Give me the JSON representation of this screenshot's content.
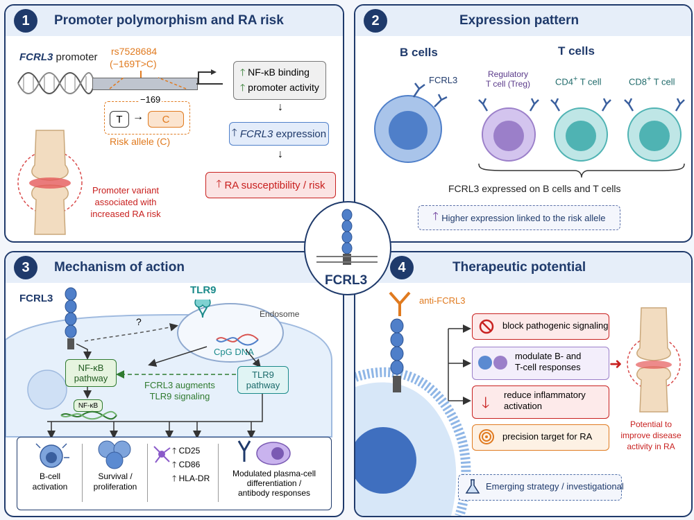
{
  "panel1": {
    "number": "1",
    "title": "Promoter polymorphism and RA risk",
    "gene_label": "FCRL3",
    "promoter_word": "promoter",
    "snp_id": "rs7528684",
    "snp_change": "(−169T>C)",
    "position_label": "−169",
    "ref_allele": "T",
    "alt_allele": "C",
    "risk_allele_label": "Risk allele (C)",
    "effect1": "NF-κB binding",
    "effect2": "promoter activity",
    "expression_gene": "FCRL3",
    "expression_word": "expression",
    "risk_text": "RA susceptibility / risk",
    "joint_caption": [
      "Promoter variant",
      "associated with",
      "increased RA risk"
    ]
  },
  "panel2": {
    "number": "2",
    "title": "Expression pattern",
    "b_header": "B cells",
    "t_header": "T cells",
    "fcrl3_label": "FCRL3",
    "treg_label": [
      "Regulatory",
      "T cell (Treg)"
    ],
    "cd4_label": "CD4",
    "cd8_label": "CD8",
    "plus": "+",
    "tcell_suffix": "T cell",
    "expressed_text": "FCRL3 expressed on B cells and T cells",
    "higher_text": "Higher expression linked to the risk allele"
  },
  "center": {
    "label": "FCRL3"
  },
  "panel3": {
    "number": "3",
    "title": "Mechanism of action",
    "fcrl3_label": "FCRL3",
    "tlr9_label": "TLR9",
    "endosome_label": "Endosome",
    "cpg_label": "CpG DNA",
    "question": "?",
    "nfkb_pathway": [
      "NF-κB",
      "pathway"
    ],
    "tlr9_pathway": [
      "TLR9",
      "pathway"
    ],
    "augment_text": [
      "FCRL3 augments",
      "TLR9 signaling"
    ],
    "nfkb_small": "NF-κB",
    "outcomes": {
      "bcell": [
        "B-cell",
        "activation"
      ],
      "survival": [
        "Survival /",
        "proliferation"
      ],
      "markers": [
        "CD25",
        "CD86",
        "HLA-DR"
      ],
      "plasma": [
        "Modulated plasma-cell",
        "differentiation /",
        "antibody responses"
      ]
    }
  },
  "panel4": {
    "number": "4",
    "title": "Therapeutic potential",
    "antibody_label": "anti-FCRL3",
    "options": [
      "block pathogenic signaling",
      "modulate B- and T-cell responses",
      "reduce inflammatory activation",
      "precision target for RA"
    ],
    "option2_lines": [
      "modulate B- and",
      "T-cell responses"
    ],
    "option3_lines": [
      "reduce inflammatory",
      "activation"
    ],
    "outcome": [
      "Potential to",
      "improve disease",
      "activity in RA"
    ],
    "emerging": "Emerging strategy / investigational"
  },
  "colors": {
    "navy": "#1f3a6b",
    "orange": "#e07a1f",
    "red": "#c8201f",
    "green": "#2f7a2f",
    "bcell_blue": "#4f7fc9",
    "treg_purple": "#9b7fc9",
    "tcell_teal": "#4fb3b3"
  }
}
